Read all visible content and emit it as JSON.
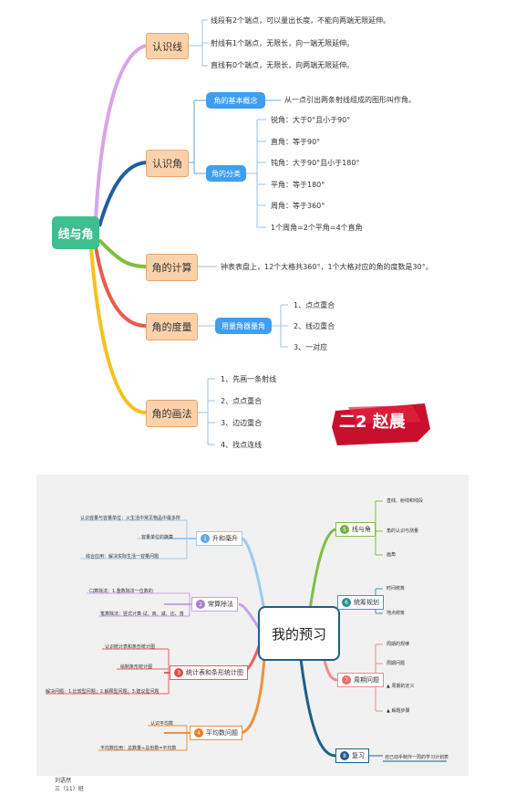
{
  "map1": {
    "root": "线与角",
    "lines": {
      "label": "认识线",
      "items": [
        "线段有2个端点，可以量出长度，不能向两端无限延伸。",
        "射线有1个端点，无限长，向一端无限延伸。",
        "直线有0个端点，无限长，向两端无限延伸。"
      ]
    },
    "angle": {
      "label": "认识角",
      "concept": {
        "label": "角的基本概念",
        "text": "从一点引出两条射线组成的图形叫作角。"
      },
      "types": {
        "label": "角的分类",
        "items": [
          "锐角：大于0°且小于90°",
          "直角：等于90°",
          "钝角：大于90°且小于180°",
          "平角：等于180°",
          "周角：等于360°",
          "1个周角=2个平角=4个直角"
        ]
      }
    },
    "calc": {
      "label": "角的计算",
      "text": "钟表表盘上，12个大格共360°，1个大格对应的角的度数是30°。"
    },
    "measure": {
      "label": "角的度量",
      "sub": "用量角器量角",
      "items": [
        "1、点点重合",
        "2、线边重合",
        "3、一对应"
      ]
    },
    "draw": {
      "label": "角的画法",
      "items": [
        "1、先画一条射线",
        "2、点点重合",
        "3、边边重合",
        "4、找点连线"
      ]
    },
    "stamp": "二2 赵晨"
  },
  "map2": {
    "root": "我的预习",
    "left": [
      {
        "num": "1",
        "label": "升和毫升",
        "items": [
          "认识容量与容量单位：火生活中常见物品中最多所",
          "容量单位的换算",
          "综合应用：解决实际生活一容量问题"
        ]
      },
      {
        "num": "2",
        "label": "常算除法",
        "items": [
          "口算除法：1.整数除法一位数的",
          "笔算除法：竖式计算·试、商、减、比、落"
        ]
      },
      {
        "num": "3",
        "label": "统计表和条形统计图",
        "items": [
          "认识统计表和条形统计图",
          "绘制条形统计图",
          "解决问题：1.比较型问题；2.解释型问题；3.建议型问题"
        ]
      },
      {
        "num": "4",
        "label": "平均数问题",
        "items": [
          "认识平均数",
          "平均数应用：总数量÷总份数=平均数"
        ]
      }
    ],
    "right": [
      {
        "num": "5",
        "label": "线与角",
        "items": [
          "直线、射线和线段",
          "角的认识与测量",
          "画角"
        ]
      },
      {
        "num": "6",
        "label": "统筹规划",
        "items": [
          "时间统筹",
          "地点统筹"
        ]
      },
      {
        "num": "7",
        "label": "周期问题",
        "items": [
          "周期的规律",
          "周期问题",
          "周期的定义",
          "解题步骤"
        ]
      },
      {
        "num": "8",
        "label": "复习",
        "items": [
          "自己动手制作一周的学习计划表"
        ]
      }
    ],
    "footer": {
      "name": "刘语然",
      "class": "三（11）班"
    }
  }
}
